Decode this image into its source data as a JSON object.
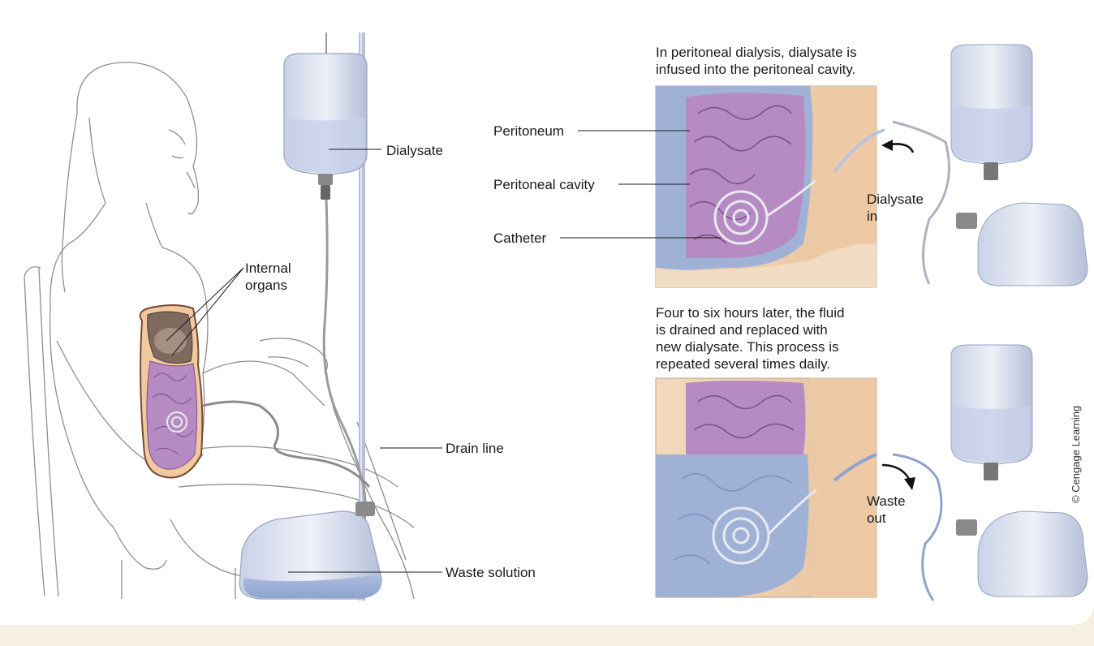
{
  "labels": {
    "dialysate": "Dialysate",
    "internal_organs_1": "Internal",
    "internal_organs_2": "organs",
    "drain_line": "Drain line",
    "waste_solution": "Waste solution",
    "peritoneum": "Peritoneum",
    "peritoneal_cavity": "Peritoneal cavity",
    "catheter": "Catheter",
    "dialysate_in_1": "Dialysate",
    "dialysate_in_2": "in",
    "waste_out_1": "Waste",
    "waste_out_2": "out"
  },
  "captions": {
    "top_1": "In peritoneal dialysis, dialysate is",
    "top_2": "infused into the peritoneal cavity.",
    "bottom_1": "Four to six hours later, the fluid",
    "bottom_2": "is drained and replaced with",
    "bottom_3": "new dialysate. This process is",
    "bottom_4": "repeated several times daily."
  },
  "credit": "© Cengage Learning",
  "colors": {
    "header_tab": "#6b2d8f",
    "background": "#f6f0e2",
    "intestine": "#b58bc2",
    "fluid": "#9fb2d6",
    "skin": "#f0d2b4"
  }
}
